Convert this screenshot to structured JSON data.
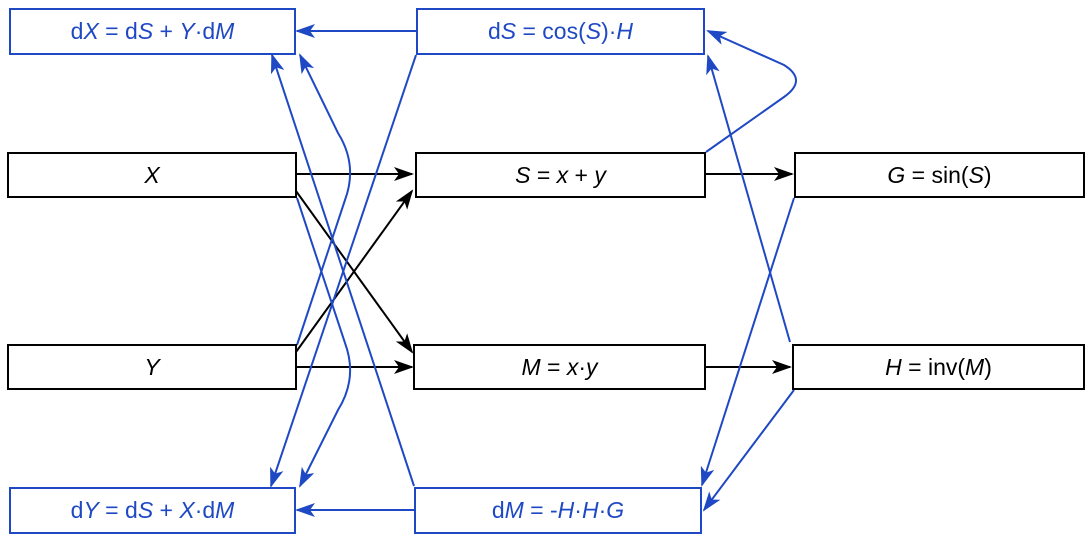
{
  "colors": {
    "forward": "#000000",
    "backward": "#1f49c4"
  },
  "nodes": {
    "dX": {
      "p1": "d",
      "v1": "X",
      "p2": " = d",
      "v2": "S",
      "p3": " + ",
      "v3": "Y",
      "p4": "·d",
      "v4": "M"
    },
    "dS": {
      "p1": "d",
      "v1": "S",
      "p2": " = cos(",
      "v2": "S",
      "p3": ")·",
      "v3": "H"
    },
    "X": {
      "v1": "X"
    },
    "S": {
      "v1": "S",
      "p1": " = ",
      "v2": "x",
      "p2": " + ",
      "v3": "y"
    },
    "G": {
      "v1": "G",
      "p1": " = sin(",
      "v2": "S",
      "p2": ")"
    },
    "Y": {
      "v1": "Y"
    },
    "M": {
      "v1": "M",
      "p1": " = ",
      "v2": "x",
      "p2": "·",
      "v3": "y"
    },
    "H": {
      "v1": "H",
      "p1": " = inv(",
      "v2": "M",
      "p2": ")"
    },
    "dY": {
      "p1": "d",
      "v1": "Y",
      "p2": " = d",
      "v2": "S",
      "p3": " + ",
      "v3": "X",
      "p4": "·d",
      "v4": "M"
    },
    "dM": {
      "p1": "d",
      "v1": "M",
      "p2": " = -",
      "v2": "H",
      "p3": "·",
      "v3": "H",
      "p4": "·",
      "v4": "G"
    }
  }
}
